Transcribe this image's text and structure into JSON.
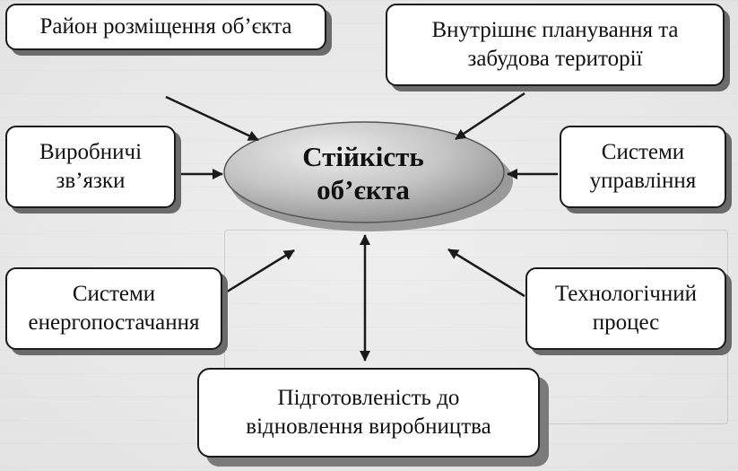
{
  "center": {
    "label": "Стійкість\nоб’єкта"
  },
  "nodes": {
    "location": {
      "label": "Район розміщення об’єкта"
    },
    "planning": {
      "label": "Внутрішнє планування та\nзабудова території"
    },
    "production_links": {
      "label": "Виробничі\nзв’язки"
    },
    "management": {
      "label": "Системи\nуправління"
    },
    "energy": {
      "label": "Системи\nенергопостачання"
    },
    "technology": {
      "label": "Технологічний\nпроцес"
    },
    "recovery": {
      "label": "Підготовленість до\nвідновлення виробництва"
    }
  },
  "colors": {
    "ellipse_light": "#e0e0e0",
    "ellipse_dark": "#8f8f8f",
    "box_fill": "#ffffff",
    "stroke": "#1a1a1a",
    "shadow": "#6b6b6b"
  }
}
